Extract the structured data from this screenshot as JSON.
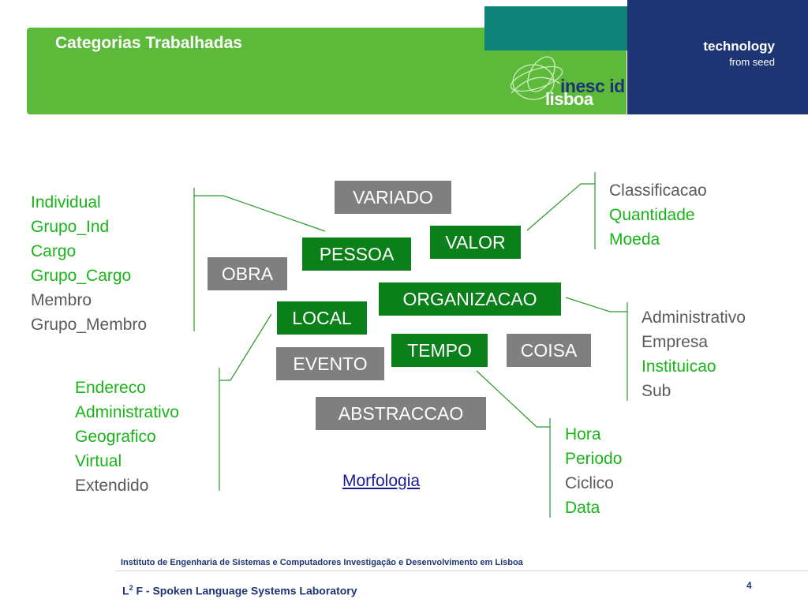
{
  "header": {
    "title": "Categorias Trabalhadas",
    "tagline_main": "technology",
    "tagline_sub": "from seed",
    "logo_top": "inesc id",
    "logo_bottom": "lisboa"
  },
  "colors": {
    "header_green": "#5cb93a",
    "header_teal": "#0c8278",
    "header_navy": "#1d3573",
    "box_gray": "#7f7f7f",
    "box_green": "#0a7f1a",
    "text_green": "#18b418",
    "text_gray": "#5a5a5a"
  },
  "categories": {
    "variado": "VARIADO",
    "valor": "VALOR",
    "pessoa": "PESSOA",
    "obra": "OBRA",
    "organizacao": "ORGANIZACAO",
    "local": "LOCAL",
    "tempo": "TEMPO",
    "coisa": "COISA",
    "evento": "EVENTO",
    "abstraccao": "ABSTRACCAO"
  },
  "subtypes": {
    "pessoa": [
      "Individual",
      "Grupo_Ind",
      "Cargo",
      "Grupo_Cargo",
      "Membro",
      "Grupo_Membro"
    ],
    "valor": [
      "Classificacao",
      "Quantidade",
      "Moeda"
    ],
    "organizacao": [
      "Administrativo",
      "Empresa",
      "Instituicao",
      "Sub"
    ],
    "local": [
      "Endereco",
      "Administrativo",
      "Geografico",
      "Virtual",
      "Extendido"
    ],
    "tempo": [
      "Hora",
      "Periodo",
      "Ciclico",
      "Data"
    ]
  },
  "link": "Morfologia",
  "footer": {
    "institute": "Instituto de Engenharia de Sistemas e Computadores Investigação e Desenvolvimento em Lisboa",
    "lab_prefix": "L",
    "lab_sup": "2",
    "lab_rest": " F - Spoken Language Systems Laboratory",
    "page_number": "4"
  }
}
